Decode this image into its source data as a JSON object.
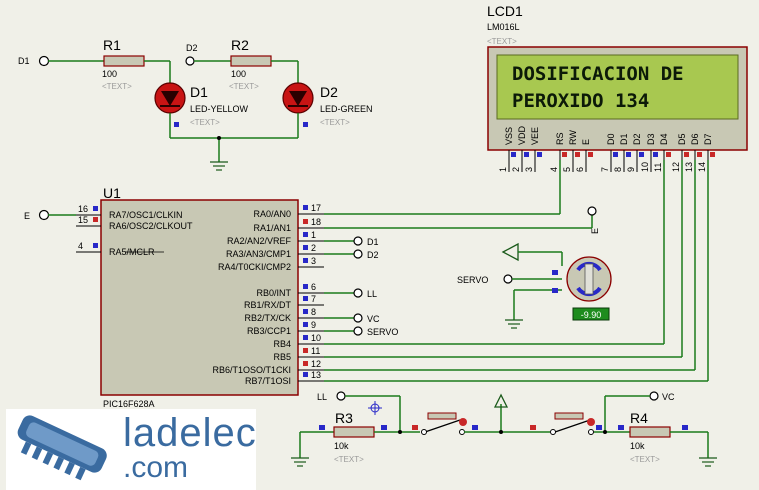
{
  "lcd": {
    "ref": "LCD1",
    "model": "LM016L",
    "text_tag": "<TEXT>",
    "line1": "DOSIFICACION DE",
    "line2": "PEROXIDO  134",
    "pin_names": [
      "VSS",
      "VDD",
      "VEE",
      "RS",
      "RW",
      "E",
      "D0",
      "D1",
      "D2",
      "D3",
      "D4",
      "D5",
      "D6",
      "D7"
    ],
    "pin_numbers": [
      "1",
      "2",
      "3",
      "4",
      "5",
      "6",
      "7",
      "8",
      "9",
      "10",
      "11",
      "12",
      "13",
      "14"
    ]
  },
  "r1": {
    "ref": "R1",
    "value": "100",
    "text_tag": "<TEXT>"
  },
  "r2": {
    "ref": "R2",
    "value": "100",
    "text_tag": "<TEXT>"
  },
  "r3": {
    "ref": "R3",
    "value": "10k",
    "text_tag": "<TEXT>"
  },
  "r4": {
    "ref": "R4",
    "value": "10k",
    "text_tag": "<TEXT>"
  },
  "d1": {
    "ref": "D1",
    "type": "LED-YELLOW",
    "text_tag": "<TEXT>"
  },
  "d2": {
    "ref": "D2",
    "type": "LED-GREEN",
    "text_tag": "<TEXT>"
  },
  "terminals": {
    "d1_in": "D1",
    "d2_mid": "D2",
    "e_left": "E",
    "e_lcd": "E",
    "d1_out": "D1",
    "d2_out": "D2",
    "ll_out": "LL",
    "vc_out": "VC",
    "servo_out": "SERVO",
    "servo_label": "SERVO",
    "ll_btn": "LL",
    "vc_btn": "VC"
  },
  "mcu": {
    "ref": "U1",
    "part": "PIC16F628A",
    "left_pins": [
      {
        "num": "16",
        "name": "RA7/OSC1/CLKIN"
      },
      {
        "num": "15",
        "name": "RA6/OSC2/CLKOUT"
      },
      {
        "num": "4",
        "name": "RA5/MCLR"
      }
    ],
    "right_pins": [
      {
        "num": "17",
        "name": "RA0/AN0"
      },
      {
        "num": "18",
        "name": "RA1/AN1"
      },
      {
        "num": "1",
        "name": "RA2/AN2/VREF"
      },
      {
        "num": "2",
        "name": "RA3/AN3/CMP1"
      },
      {
        "num": "3",
        "name": "RA4/T0CKI/CMP2"
      },
      {
        "num": "6",
        "name": "RB0/INT"
      },
      {
        "num": "7",
        "name": "RB1/RX/DT"
      },
      {
        "num": "8",
        "name": "RB2/TX/CK"
      },
      {
        "num": "9",
        "name": "RB3/CCP1"
      },
      {
        "num": "10",
        "name": "RB4"
      },
      {
        "num": "11",
        "name": "RB5"
      },
      {
        "num": "12",
        "name": "RB6/T1OSO/T1CKI"
      },
      {
        "num": "13",
        "name": "RB7/T1OSI"
      }
    ]
  },
  "servo": {
    "reading": "-9.90"
  },
  "logo": {
    "word": "ladelec",
    "sub": ".com"
  },
  "colors": {
    "background": "#f0f0e8",
    "wire": "#1a7a1a",
    "component_fill": "#c8c8b4",
    "component_border": "#8b0000",
    "lcd_screen": "#a8c850",
    "led": "#c81414",
    "pin_blue": "#2828c8",
    "pin_red": "#c82828",
    "servo_display": "#1e8c1e",
    "logo_blue": "#3a6ba0"
  }
}
